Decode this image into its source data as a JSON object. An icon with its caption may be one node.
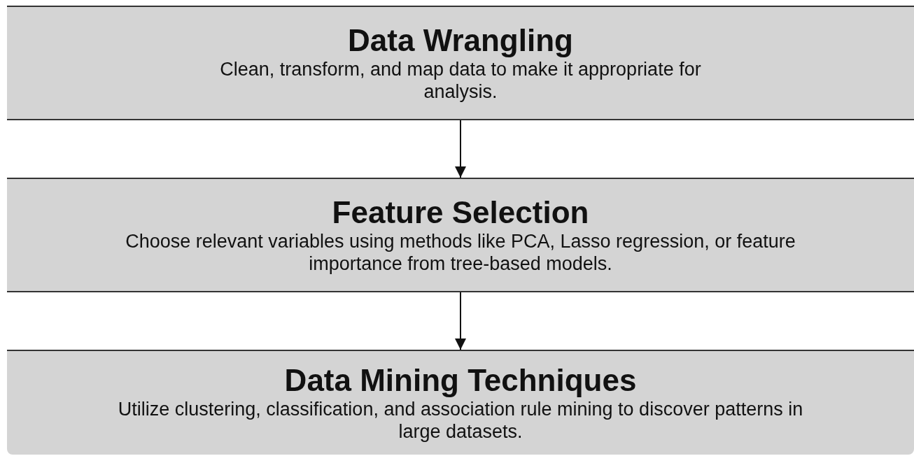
{
  "diagram": {
    "nodes": [
      {
        "text": [
          "Data Wrangling",
          "Clean, transform, and map data to make it appropriate for analysis."
        ]
      },
      {
        "text": [
          "Feature Selection",
          "Choose relevant variables using methods like PCA, Lasso regression, or feature importance from tree-based models."
        ]
      },
      {
        "text": [
          "Data Mining Techniques",
          "Utilize clustering, classification, and association rule mining to discover patterns in large datasets."
        ]
      }
    ],
    "edges": [
      {
        "from": 0,
        "to": 1,
        "arrow": "to"
      },
      {
        "from": 1,
        "to": 2,
        "arrow": "to"
      }
    ]
  }
}
